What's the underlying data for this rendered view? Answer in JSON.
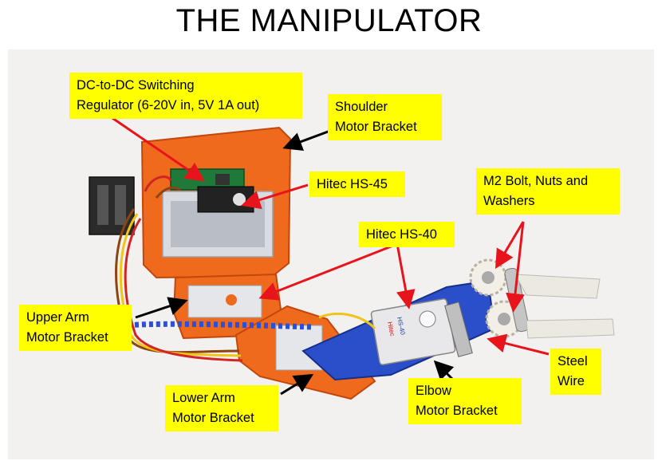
{
  "title": "THE MANIPULATOR",
  "labels": {
    "regulator": "DC-to-DC Switching\nRegulator (6-20V in, 5V 1A out)",
    "shoulder": "Shoulder\nMotor Bracket",
    "hs45": "Hitec HS-45",
    "bolt": "M2 Bolt, Nuts and\nWashers",
    "hs40": "Hitec HS-40",
    "upper": "Upper Arm\nMotor Bracket",
    "steel": "Steel\nWire",
    "lower": "Lower Arm\nMotor Bracket",
    "elbow": "Elbow\nMotor Bracket"
  },
  "servo_print": {
    "hs40_brand": "Hitec",
    "hs40_model": "HS-40"
  },
  "colors": {
    "label_bg": "#ffff00",
    "arrow_red": "#e8141b",
    "arrow_black": "#000000",
    "bracket_orange": "#f06a1e",
    "bracket_blue": "#2a4fc8",
    "photo_bg": "#f2f1ef"
  }
}
